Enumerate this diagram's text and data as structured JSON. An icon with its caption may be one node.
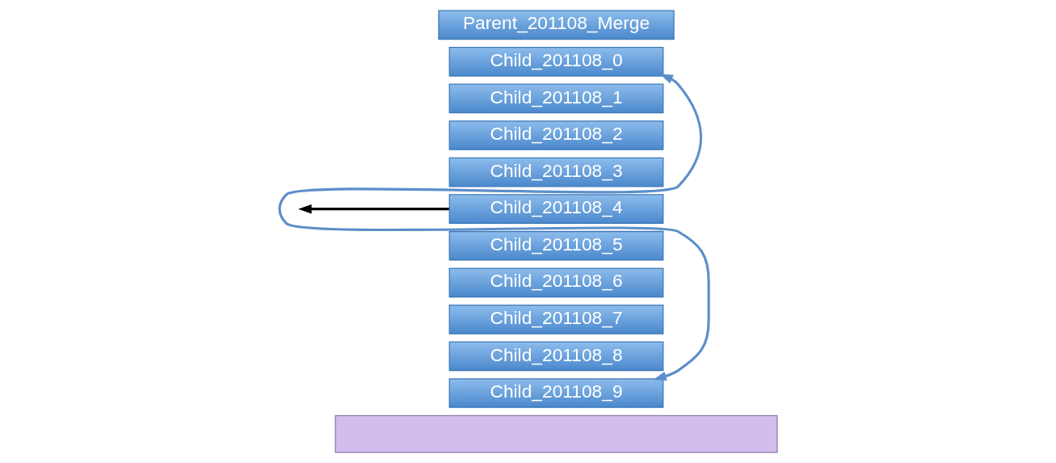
{
  "diagram": {
    "nodes": [
      {
        "text": [
          "Parent_201108_Merge"
        ]
      },
      {
        "text": [
          "Child_201108_0"
        ]
      },
      {
        "text": [
          "Child_201108_1"
        ]
      },
      {
        "text": [
          "Child_201108_2"
        ]
      },
      {
        "text": [
          "Child_201108_3"
        ]
      },
      {
        "text": [
          "Child_201108_4"
        ]
      },
      {
        "text": [
          "Child_201108_5"
        ]
      },
      {
        "text": [
          "Child_201108_6"
        ]
      },
      {
        "text": [
          "Child_201108_7"
        ]
      },
      {
        "text": [
          "Child_201108_8"
        ]
      },
      {
        "text": [
          "Child_201108_9"
        ]
      },
      {
        "text": [],
        "shape": "box"
      }
    ],
    "edges": [
      {
        "from": 5,
        "to": null,
        "arrow": "to"
      },
      {
        "from": 1,
        "to": 10,
        "arrow": "both",
        "color": "#5b8fc9"
      }
    ]
  }
}
